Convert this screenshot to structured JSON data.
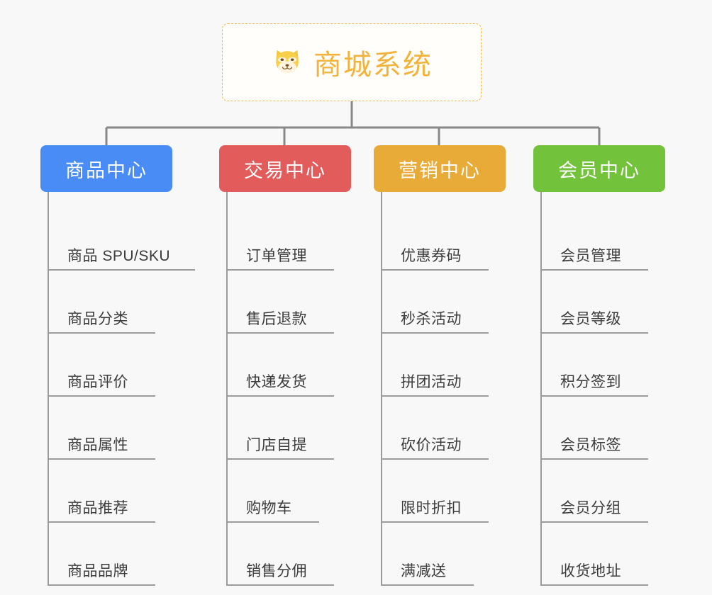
{
  "diagram": {
    "type": "mind-map",
    "title": "商城系统",
    "background_color": "#f8f8f8",
    "connector_color": "#888888"
  },
  "root": {
    "label": "商城系统",
    "icon": "shiba-inu-dog-emoji",
    "emoji": "🐕",
    "text_color": "#f2b33d",
    "border_color": "#edb74a",
    "background_color": "#fffefb"
  },
  "branches": [
    {
      "label": "商品中心",
      "color": "#4a8cf5",
      "name": "product-center",
      "items": [
        "商品 SPU/SKU",
        "商品分类",
        "商品评价",
        "商品属性",
        "商品推荐",
        "商品品牌"
      ]
    },
    {
      "label": "交易中心",
      "color": "#e25c5c",
      "name": "trade-center",
      "items": [
        "订单管理",
        "售后退款",
        "快递发货",
        "门店自提",
        "购物车",
        "销售分佣"
      ]
    },
    {
      "label": "营销中心",
      "color": "#e9ab38",
      "name": "marketing-center",
      "items": [
        "优惠券码",
        "秒杀活动",
        "拼团活动",
        "砍价活动",
        "限时折扣",
        "满减送"
      ]
    },
    {
      "label": "会员中心",
      "color": "#73c23c",
      "name": "member-center",
      "items": [
        "会员管理",
        "会员等级",
        "积分签到",
        "会员标签",
        "会员分组",
        "收货地址"
      ]
    }
  ]
}
